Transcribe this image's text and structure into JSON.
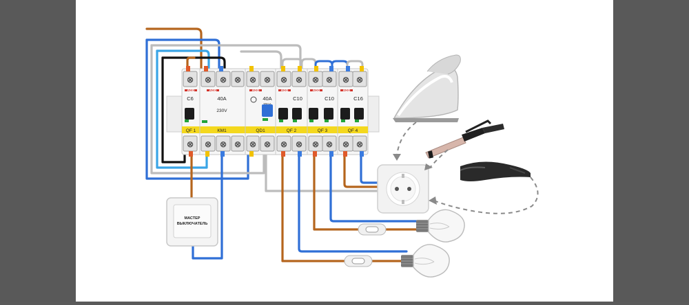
{
  "colors": {
    "frame": "#595959",
    "background": "#ffffff",
    "wire_brown": "#b5651d",
    "wire_blue": "#2f6fd6",
    "wire_light_blue": "#3aa5e6",
    "wire_black": "#111111",
    "wire_gray": "#b9b9b9",
    "din_rail_label": "#f4d81e"
  },
  "modules": [
    {
      "id": "qf1",
      "label": "QF 1",
      "rating": "C6",
      "sub": ""
    },
    {
      "id": "km1",
      "label": "KM1",
      "rating": "40A",
      "sub": "230V"
    },
    {
      "id": "qd1",
      "label": "QD1",
      "rating": "40A",
      "sub": "30mA"
    },
    {
      "id": "qf2",
      "label": "QF 2",
      "rating": "C10",
      "sub": ""
    },
    {
      "id": "qf3",
      "label": "QF 3",
      "rating": "C10",
      "sub": ""
    },
    {
      "id": "qf4",
      "label": "QF 4",
      "rating": "C16",
      "sub": ""
    }
  ],
  "brand": "ABB",
  "master_switch": {
    "line1": "МАСТЕР",
    "line2": "ВЫКЛЮЧАТЕЛЬ"
  },
  "icons": {
    "socket": "power-socket-icon",
    "iron": "steam-iron-icon",
    "curling_iron": "curling-iron-icon",
    "hair_straightener": "hair-straightener-icon",
    "switch": "light-switch-icon",
    "bulb": "light-bulb-icon"
  }
}
